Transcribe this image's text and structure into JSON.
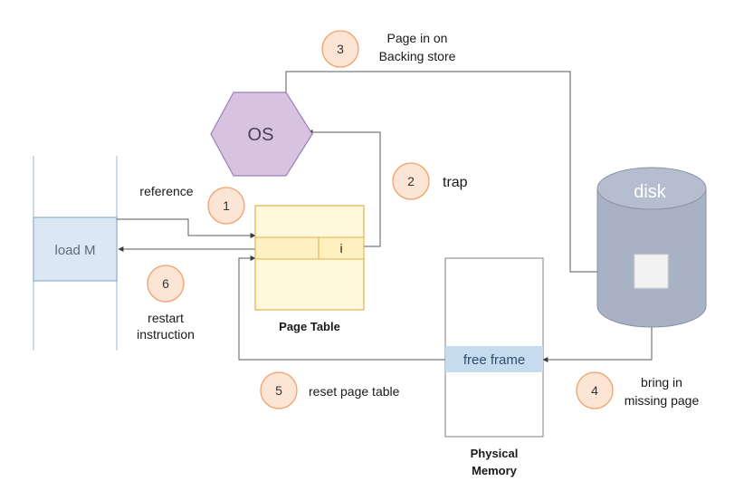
{
  "os": {
    "label": "OS"
  },
  "disk": {
    "label": "disk"
  },
  "process": {
    "instruction": "load M"
  },
  "page_table": {
    "entry_bit": "i",
    "caption": "Page Table"
  },
  "physical_memory": {
    "frame_label": "free frame",
    "caption_line1": "Physical",
    "caption_line2": "Memory"
  },
  "steps": [
    {
      "number": "1",
      "label_lines": [
        "reference"
      ]
    },
    {
      "number": "2",
      "label_lines": [
        "trap"
      ]
    },
    {
      "number": "3",
      "label_lines": [
        "Page in on",
        "Backing store"
      ]
    },
    {
      "number": "4",
      "label_lines": [
        "bring in",
        "missing page"
      ]
    },
    {
      "number": "5",
      "label_lines": [
        "reset page table"
      ]
    },
    {
      "number": "6",
      "label_lines": [
        "restart",
        "instruction"
      ]
    }
  ],
  "colors": {
    "os_fill": "#d7c3df",
    "os_stroke": "#9b7fb6",
    "disk_fill": "#a9b1c4",
    "disk_stroke": "#8a93a8",
    "page_table_fill": "#fff8dc",
    "page_table_stroke": "#e1b14a",
    "page_table_row": "#fff0c0",
    "process_fill": "#dbe8f3",
    "process_stroke": "#7ea3c8",
    "frame_fill": "#c7dbee",
    "frame_text": "#2e4d73",
    "step_fill": "#fde5d6",
    "step_stroke": "#f3a06b"
  }
}
